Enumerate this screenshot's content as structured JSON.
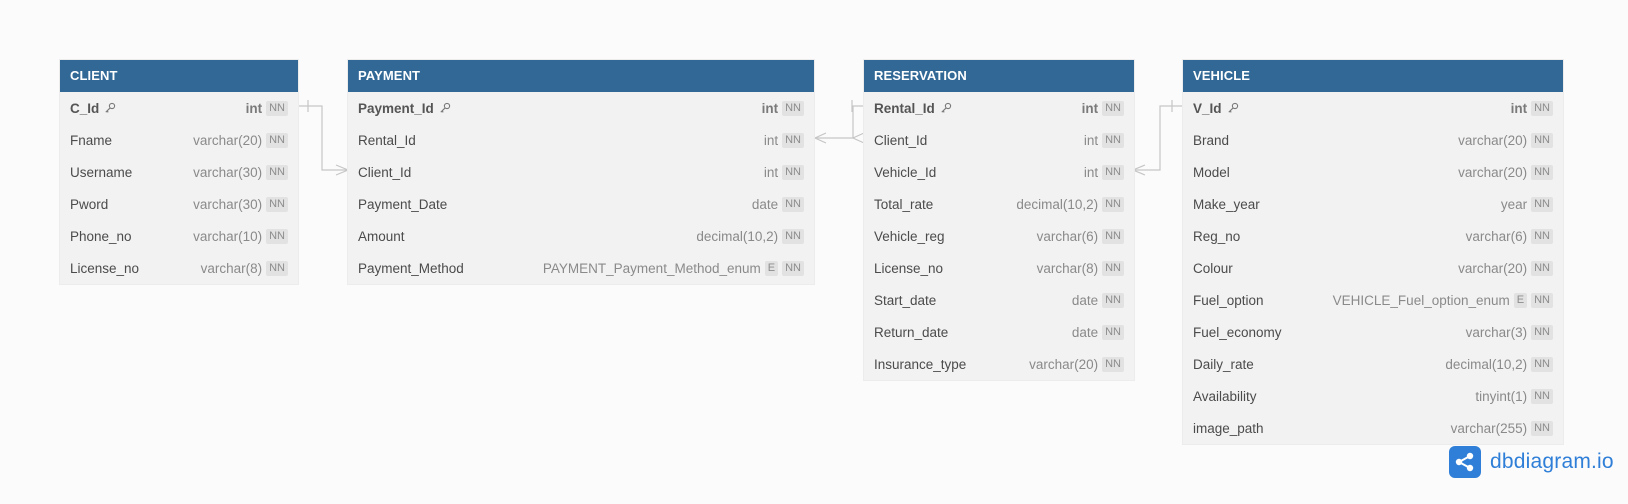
{
  "tables": {
    "client": {
      "name": "CLIENT",
      "fields": [
        {
          "name": "C_Id",
          "type": "int",
          "nn": "NN",
          "pk": true
        },
        {
          "name": "Fname",
          "type": "varchar(20)",
          "nn": "NN"
        },
        {
          "name": "Username",
          "type": "varchar(30)",
          "nn": "NN"
        },
        {
          "name": "Pword",
          "type": "varchar(30)",
          "nn": "NN"
        },
        {
          "name": "Phone_no",
          "type": "varchar(10)",
          "nn": "NN"
        },
        {
          "name": "License_no",
          "type": "varchar(8)",
          "nn": "NN"
        }
      ]
    },
    "payment": {
      "name": "PAYMENT",
      "fields": [
        {
          "name": "Payment_Id",
          "type": "int",
          "nn": "NN",
          "pk": true
        },
        {
          "name": "Rental_Id",
          "type": "int",
          "nn": "NN"
        },
        {
          "name": "Client_Id",
          "type": "int",
          "nn": "NN"
        },
        {
          "name": "Payment_Date",
          "type": "date",
          "nn": "NN"
        },
        {
          "name": "Amount",
          "type": "decimal(10,2)",
          "nn": "NN"
        },
        {
          "name": "Payment_Method",
          "type": "PAYMENT_Payment_Method_enum",
          "enum": "E",
          "nn": "NN"
        }
      ]
    },
    "reservation": {
      "name": "RESERVATION",
      "fields": [
        {
          "name": "Rental_Id",
          "type": "int",
          "nn": "NN",
          "pk": true
        },
        {
          "name": "Client_Id",
          "type": "int",
          "nn": "NN"
        },
        {
          "name": "Vehicle_Id",
          "type": "int",
          "nn": "NN"
        },
        {
          "name": "Total_rate",
          "type": "decimal(10,2)",
          "nn": "NN"
        },
        {
          "name": "Vehicle_reg",
          "type": "varchar(6)",
          "nn": "NN"
        },
        {
          "name": "License_no",
          "type": "varchar(8)",
          "nn": "NN"
        },
        {
          "name": "Start_date",
          "type": "date",
          "nn": "NN"
        },
        {
          "name": "Return_date",
          "type": "date",
          "nn": "NN"
        },
        {
          "name": "Insurance_type",
          "type": "varchar(20)",
          "nn": "NN"
        }
      ]
    },
    "vehicle": {
      "name": "VEHICLE",
      "fields": [
        {
          "name": "V_Id",
          "type": "int",
          "nn": "NN",
          "pk": true
        },
        {
          "name": "Brand",
          "type": "varchar(20)",
          "nn": "NN"
        },
        {
          "name": "Model",
          "type": "varchar(20)",
          "nn": "NN"
        },
        {
          "name": "Make_year",
          "type": "year",
          "nn": "NN"
        },
        {
          "name": "Reg_no",
          "type": "varchar(6)",
          "nn": "NN"
        },
        {
          "name": "Colour",
          "type": "varchar(20)",
          "nn": "NN"
        },
        {
          "name": "Fuel_option",
          "type": "VEHICLE_Fuel_option_enum",
          "enum": "E",
          "nn": "NN"
        },
        {
          "name": "Fuel_economy",
          "type": "varchar(3)",
          "nn": "NN"
        },
        {
          "name": "Daily_rate",
          "type": "decimal(10,2)",
          "nn": "NN"
        },
        {
          "name": "Availability",
          "type": "tinyint(1)",
          "nn": "NN"
        },
        {
          "name": "image_path",
          "type": "varchar(255)",
          "nn": "NN"
        }
      ]
    }
  },
  "relationships": [
    {
      "from": "CLIENT.C_Id",
      "to": "PAYMENT.Client_Id",
      "type": "one-to-many"
    },
    {
      "from": "RESERVATION.Rental_Id",
      "to": "PAYMENT.Rental_Id",
      "type": "one-to-many"
    },
    {
      "from": "VEHICLE.V_Id",
      "to": "RESERVATION.Vehicle_Id",
      "type": "one-to-many"
    }
  ],
  "brand": {
    "text": "dbdiagram.io"
  },
  "colors": {
    "header": "#316896",
    "body": "#f2f2f2",
    "brand": "#2f7fd8",
    "line": "#c8c8c8"
  }
}
